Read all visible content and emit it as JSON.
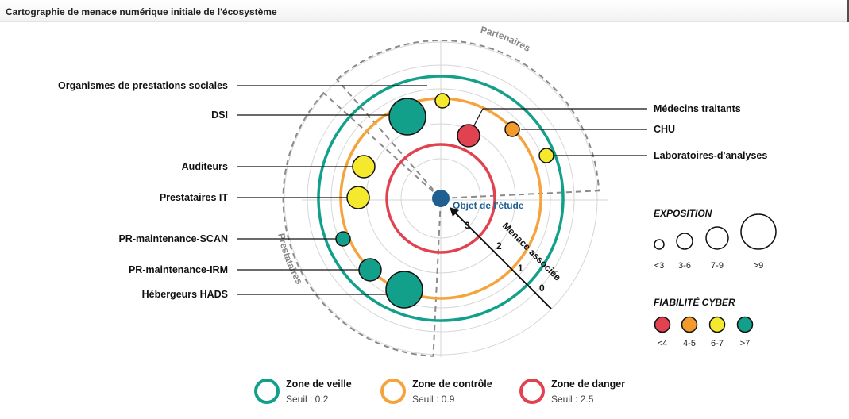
{
  "title": "Cartographie de menace numérique initiale de l'écosystème",
  "center_label": "Objet de l'étude",
  "axis_label": "Menace associée",
  "ring_numbers": [
    "3",
    "2",
    "1",
    "0"
  ],
  "sectors": [
    {
      "name": "Partenaires"
    },
    {
      "name": "Prestataires"
    }
  ],
  "stakeholders": [
    {
      "label": "Organismes de prestations sociales",
      "exposure_class": "<3",
      "reliability_class": "6-7"
    },
    {
      "label": "DSI",
      "exposure_class": ">9",
      "reliability_class": ">7"
    },
    {
      "label": "Médecins traitants",
      "exposure_class": "3-6",
      "reliability_class": "<4"
    },
    {
      "label": "CHU",
      "exposure_class": "<3",
      "reliability_class": "4-5"
    },
    {
      "label": "Laboratoires-d'analyses",
      "exposure_class": "<3",
      "reliability_class": "6-7"
    },
    {
      "label": "Auditeurs",
      "exposure_class": "3-6",
      "reliability_class": "6-7"
    },
    {
      "label": "Prestataires IT",
      "exposure_class": "3-6",
      "reliability_class": "6-7"
    },
    {
      "label": "PR-maintenance-SCAN",
      "exposure_class": "<3",
      "reliability_class": ">7"
    },
    {
      "label": "PR-maintenance-IRM",
      "exposure_class": "3-6",
      "reliability_class": ">7"
    },
    {
      "label": "Hébergeurs HADS",
      "exposure_class": ">9",
      "reliability_class": ">7"
    }
  ],
  "legend_exposure": {
    "title": "EXPOSITION",
    "items": [
      {
        "label": "<3"
      },
      {
        "label": "3-6"
      },
      {
        "label": "7-9"
      },
      {
        "label": ">9"
      }
    ]
  },
  "legend_reliability": {
    "title": "FIABILITÉ CYBER",
    "items": [
      {
        "label": "<4",
        "color": "#e0424f"
      },
      {
        "label": "4-5",
        "color": "#f39a2c"
      },
      {
        "label": "6-7",
        "color": "#f5e92e"
      },
      {
        "label": ">7",
        "color": "#12a08a"
      }
    ]
  },
  "zones": [
    {
      "name": "Zone de veille",
      "threshold": "Seuil : 0.2",
      "color": "#12a08a"
    },
    {
      "name": "Zone de contrôle",
      "threshold": "Seuil : 0.9",
      "color": "#f5a33c"
    },
    {
      "name": "Zone de danger",
      "threshold": "Seuil : 2.5",
      "color": "#e0424f"
    }
  ],
  "colors": {
    "center": "#1f5f91",
    "sector_border": "#8a8a8a",
    "grid": "#d6d6d6"
  }
}
